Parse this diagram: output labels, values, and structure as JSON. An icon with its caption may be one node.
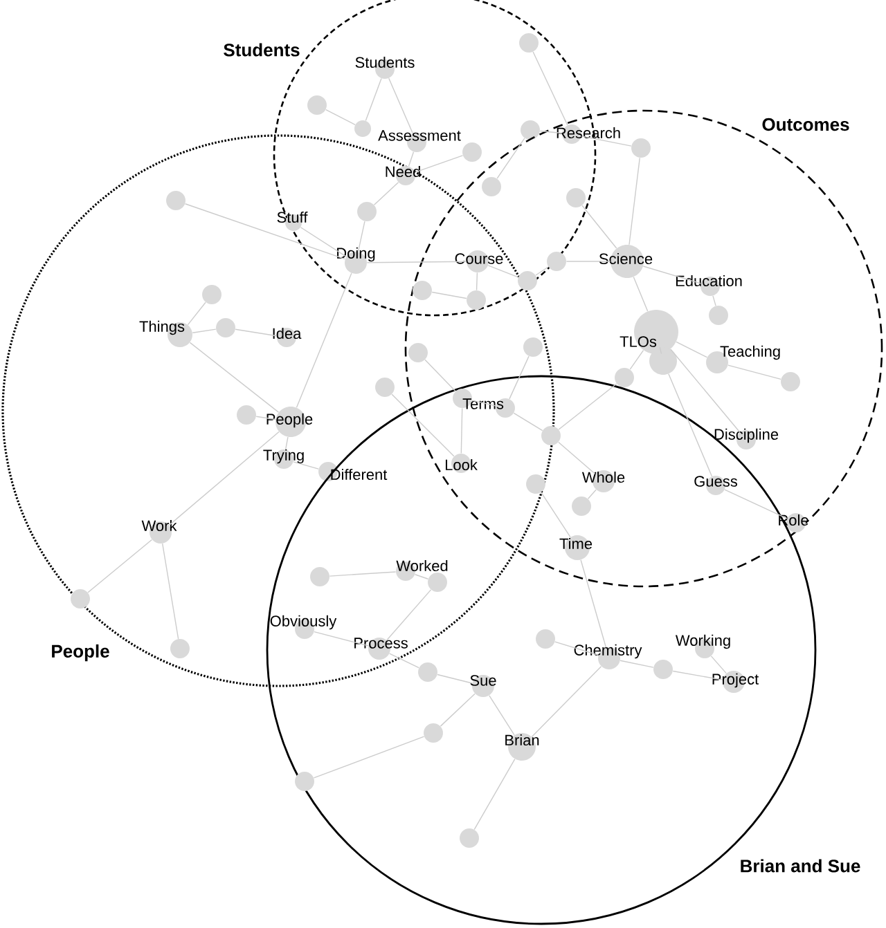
{
  "diagram": {
    "nodes": [
      {
        "text": [
          "Students"
        ]
      },
      {
        "text": [
          "Outcomes"
        ]
      },
      {
        "text": [
          "People"
        ]
      },
      {
        "text": [
          "Brian and Sue"
        ]
      },
      {
        "text": [
          "Students"
        ],
        "in": 0
      },
      {
        "text": [],
        "shape": "circle",
        "in": 0
      },
      {
        "text": [],
        "shape": "circle",
        "in": 0
      },
      {
        "text": [
          "Assessment"
        ],
        "in": 0
      },
      {
        "text": [
          "Need"
        ]
      },
      {
        "text": [],
        "shape": "circle",
        "in": 0
      },
      {
        "text": [],
        "shape": "circle"
      },
      {
        "text": [
          "Stuff"
        ]
      },
      {
        "text": [],
        "shape": "circle",
        "in": 2
      },
      {
        "text": [
          "Doing"
        ]
      },
      {
        "text": [],
        "shape": "circle",
        "in": 0
      },
      {
        "text": [],
        "shape": "circle",
        "in": 0
      },
      {
        "text": [
          "Research"
        ]
      },
      {
        "text": [],
        "shape": "circle"
      },
      {
        "text": [],
        "shape": "circle",
        "in": 1
      },
      {
        "text": [],
        "shape": "circle"
      },
      {
        "text": [
          "Course"
        ]
      },
      {
        "text": [],
        "shape": "circle",
        "in": 1
      },
      {
        "text": [],
        "shape": "circle"
      },
      {
        "text": [],
        "shape": "circle"
      },
      {
        "text": [],
        "shape": "circle"
      },
      {
        "text": [
          "Science"
        ],
        "in": 1
      },
      {
        "text": [
          "Education"
        ],
        "in": 1
      },
      {
        "text": [],
        "shape": "circle",
        "in": 1
      },
      {
        "text": [
          "TLOs"
        ],
        "in": 1
      },
      {
        "text": [],
        "shape": "circle",
        "in": 1
      },
      {
        "text": [
          "Teaching"
        ],
        "in": 1
      },
      {
        "text": [],
        "shape": "circle",
        "in": 1
      },
      {
        "text": [],
        "shape": "circle",
        "in": 1
      },
      {
        "text": [],
        "shape": "circle"
      },
      {
        "text": [],
        "shape": "circle"
      },
      {
        "text": [
          "Terms"
        ]
      },
      {
        "text": [],
        "shape": "circle"
      },
      {
        "text": [
          "Discipline"
        ],
        "in": 1
      },
      {
        "text": [
          "Look"
        ]
      },
      {
        "text": [],
        "shape": "circle"
      },
      {
        "text": [],
        "shape": "circle",
        "in": 2
      },
      {
        "text": [
          "Whole"
        ]
      },
      {
        "text": [],
        "shape": "circle"
      },
      {
        "text": [],
        "shape": "circle"
      },
      {
        "text": [
          "Guess"
        ]
      },
      {
        "text": [
          "Role"
        ],
        "in": 1
      },
      {
        "text": [
          "Time"
        ]
      },
      {
        "text": [],
        "shape": "circle",
        "in": 3
      },
      {
        "text": [
          "Chemistry"
        ],
        "in": 3
      },
      {
        "text": [
          "Working"
        ],
        "in": 3
      },
      {
        "text": [],
        "shape": "circle",
        "in": 3
      },
      {
        "text": [
          "Project"
        ],
        "in": 3
      },
      {
        "text": [
          "Sue"
        ],
        "in": 3
      },
      {
        "text": [
          "Brian"
        ],
        "in": 3
      },
      {
        "text": [],
        "shape": "circle",
        "in": 3
      },
      {
        "text": [],
        "shape": "circle",
        "in": 3
      },
      {
        "text": [],
        "shape": "circle",
        "in": 3
      },
      {
        "text": [],
        "shape": "circle",
        "in": 3
      },
      {
        "text": [
          "Process"
        ]
      },
      {
        "text": [
          "Obviously"
        ]
      },
      {
        "text": [],
        "shape": "circle"
      },
      {
        "text": [
          "Worked"
        ]
      },
      {
        "text": [],
        "shape": "circle"
      },
      {
        "text": [
          "Things"
        ],
        "in": 2
      },
      {
        "text": [],
        "shape": "circle",
        "in": 2
      },
      {
        "text": [],
        "shape": "circle",
        "in": 2
      },
      {
        "text": [
          "Idea"
        ],
        "in": 2
      },
      {
        "text": [
          "People"
        ],
        "in": 2
      },
      {
        "text": [],
        "shape": "circle",
        "in": 2
      },
      {
        "text": [
          "Trying"
        ],
        "in": 2
      },
      {
        "text": [
          "Different"
        ],
        "in": 2
      },
      {
        "text": [
          "Work"
        ],
        "in": 2
      },
      {
        "text": [],
        "shape": "circle",
        "in": 2
      },
      {
        "text": [],
        "shape": "circle",
        "in": 2
      }
    ],
    "edges": [
      {
        "from": 4,
        "to": 6,
        "arrow": "none"
      },
      {
        "from": 6,
        "to": 5,
        "arrow": "none"
      },
      {
        "from": 4,
        "to": 7,
        "arrow": "none"
      },
      {
        "from": 7,
        "to": 8,
        "arrow": "none"
      },
      {
        "from": 8,
        "to": 9,
        "arrow": "none"
      },
      {
        "from": 8,
        "to": 10,
        "arrow": "none"
      },
      {
        "from": 10,
        "to": 13,
        "arrow": "none"
      },
      {
        "from": 12,
        "to": 13,
        "arrow": "none"
      },
      {
        "from": 11,
        "to": 13,
        "arrow": "none"
      },
      {
        "from": 13,
        "to": 67,
        "arrow": "none"
      },
      {
        "from": 13,
        "to": 20,
        "arrow": "none"
      },
      {
        "from": 20,
        "to": 22,
        "arrow": "none"
      },
      {
        "from": 22,
        "to": 21,
        "arrow": "none"
      },
      {
        "from": 21,
        "to": 25,
        "arrow": "none"
      },
      {
        "from": 20,
        "to": 23,
        "arrow": "none"
      },
      {
        "from": 24,
        "to": 23,
        "arrow": "none"
      },
      {
        "from": 14,
        "to": 16,
        "arrow": "none"
      },
      {
        "from": 15,
        "to": 16,
        "arrow": "none"
      },
      {
        "from": 17,
        "to": 15,
        "arrow": "none"
      },
      {
        "from": 16,
        "to": 18,
        "arrow": "none"
      },
      {
        "from": 18,
        "to": 25,
        "arrow": "none"
      },
      {
        "from": 19,
        "to": 25,
        "arrow": "none"
      },
      {
        "from": 25,
        "to": 28,
        "arrow": "none"
      },
      {
        "from": 25,
        "to": 26,
        "arrow": "none"
      },
      {
        "from": 26,
        "to": 27,
        "arrow": "none"
      },
      {
        "from": 28,
        "to": 30,
        "arrow": "none"
      },
      {
        "from": 30,
        "to": 31,
        "arrow": "none"
      },
      {
        "from": 28,
        "to": 29,
        "arrow": "none"
      },
      {
        "from": 28,
        "to": 32,
        "arrow": "none"
      },
      {
        "from": 32,
        "to": 36,
        "arrow": "none"
      },
      {
        "from": 36,
        "to": 35,
        "arrow": "none"
      },
      {
        "from": 35,
        "to": 34,
        "arrow": "none"
      },
      {
        "from": 35,
        "to": 33,
        "arrow": "none"
      },
      {
        "from": 34,
        "to": 38,
        "arrow": "none"
      },
      {
        "from": 40,
        "to": 38,
        "arrow": "none"
      },
      {
        "from": 39,
        "to": 34,
        "arrow": "none"
      },
      {
        "from": 28,
        "to": 37,
        "arrow": "none"
      },
      {
        "from": 29,
        "to": 44,
        "arrow": "none"
      },
      {
        "from": 44,
        "to": 45,
        "arrow": "none"
      },
      {
        "from": 36,
        "to": 41,
        "arrow": "none"
      },
      {
        "from": 41,
        "to": 43,
        "arrow": "none"
      },
      {
        "from": 42,
        "to": 46,
        "arrow": "none"
      },
      {
        "from": 46,
        "to": 48,
        "arrow": "none"
      },
      {
        "from": 48,
        "to": 47,
        "arrow": "none"
      },
      {
        "from": 48,
        "to": 50,
        "arrow": "none"
      },
      {
        "from": 50,
        "to": 51,
        "arrow": "none"
      },
      {
        "from": 51,
        "to": 49,
        "arrow": "none"
      },
      {
        "from": 48,
        "to": 53,
        "arrow": "none"
      },
      {
        "from": 53,
        "to": 54,
        "arrow": "none"
      },
      {
        "from": 53,
        "to": 52,
        "arrow": "none"
      },
      {
        "from": 52,
        "to": 57,
        "arrow": "none"
      },
      {
        "from": 55,
        "to": 52,
        "arrow": "none"
      },
      {
        "from": 55,
        "to": 56,
        "arrow": "none"
      },
      {
        "from": 57,
        "to": 58,
        "arrow": "none"
      },
      {
        "from": 58,
        "to": 59,
        "arrow": "none"
      },
      {
        "from": 58,
        "to": 60,
        "arrow": "none"
      },
      {
        "from": 60,
        "to": 61,
        "arrow": "none"
      },
      {
        "from": 61,
        "to": 62,
        "arrow": "none"
      },
      {
        "from": 67,
        "to": 63,
        "arrow": "none"
      },
      {
        "from": 63,
        "to": 65,
        "arrow": "none"
      },
      {
        "from": 65,
        "to": 66,
        "arrow": "none"
      },
      {
        "from": 63,
        "to": 64,
        "arrow": "none"
      },
      {
        "from": 67,
        "to": 68,
        "arrow": "none"
      },
      {
        "from": 67,
        "to": 69,
        "arrow": "none"
      },
      {
        "from": 69,
        "to": 70,
        "arrow": "none"
      },
      {
        "from": 67,
        "to": 71,
        "arrow": "none"
      },
      {
        "from": 71,
        "to": 72,
        "arrow": "none"
      },
      {
        "from": 71,
        "to": 73,
        "arrow": "none"
      }
    ]
  }
}
